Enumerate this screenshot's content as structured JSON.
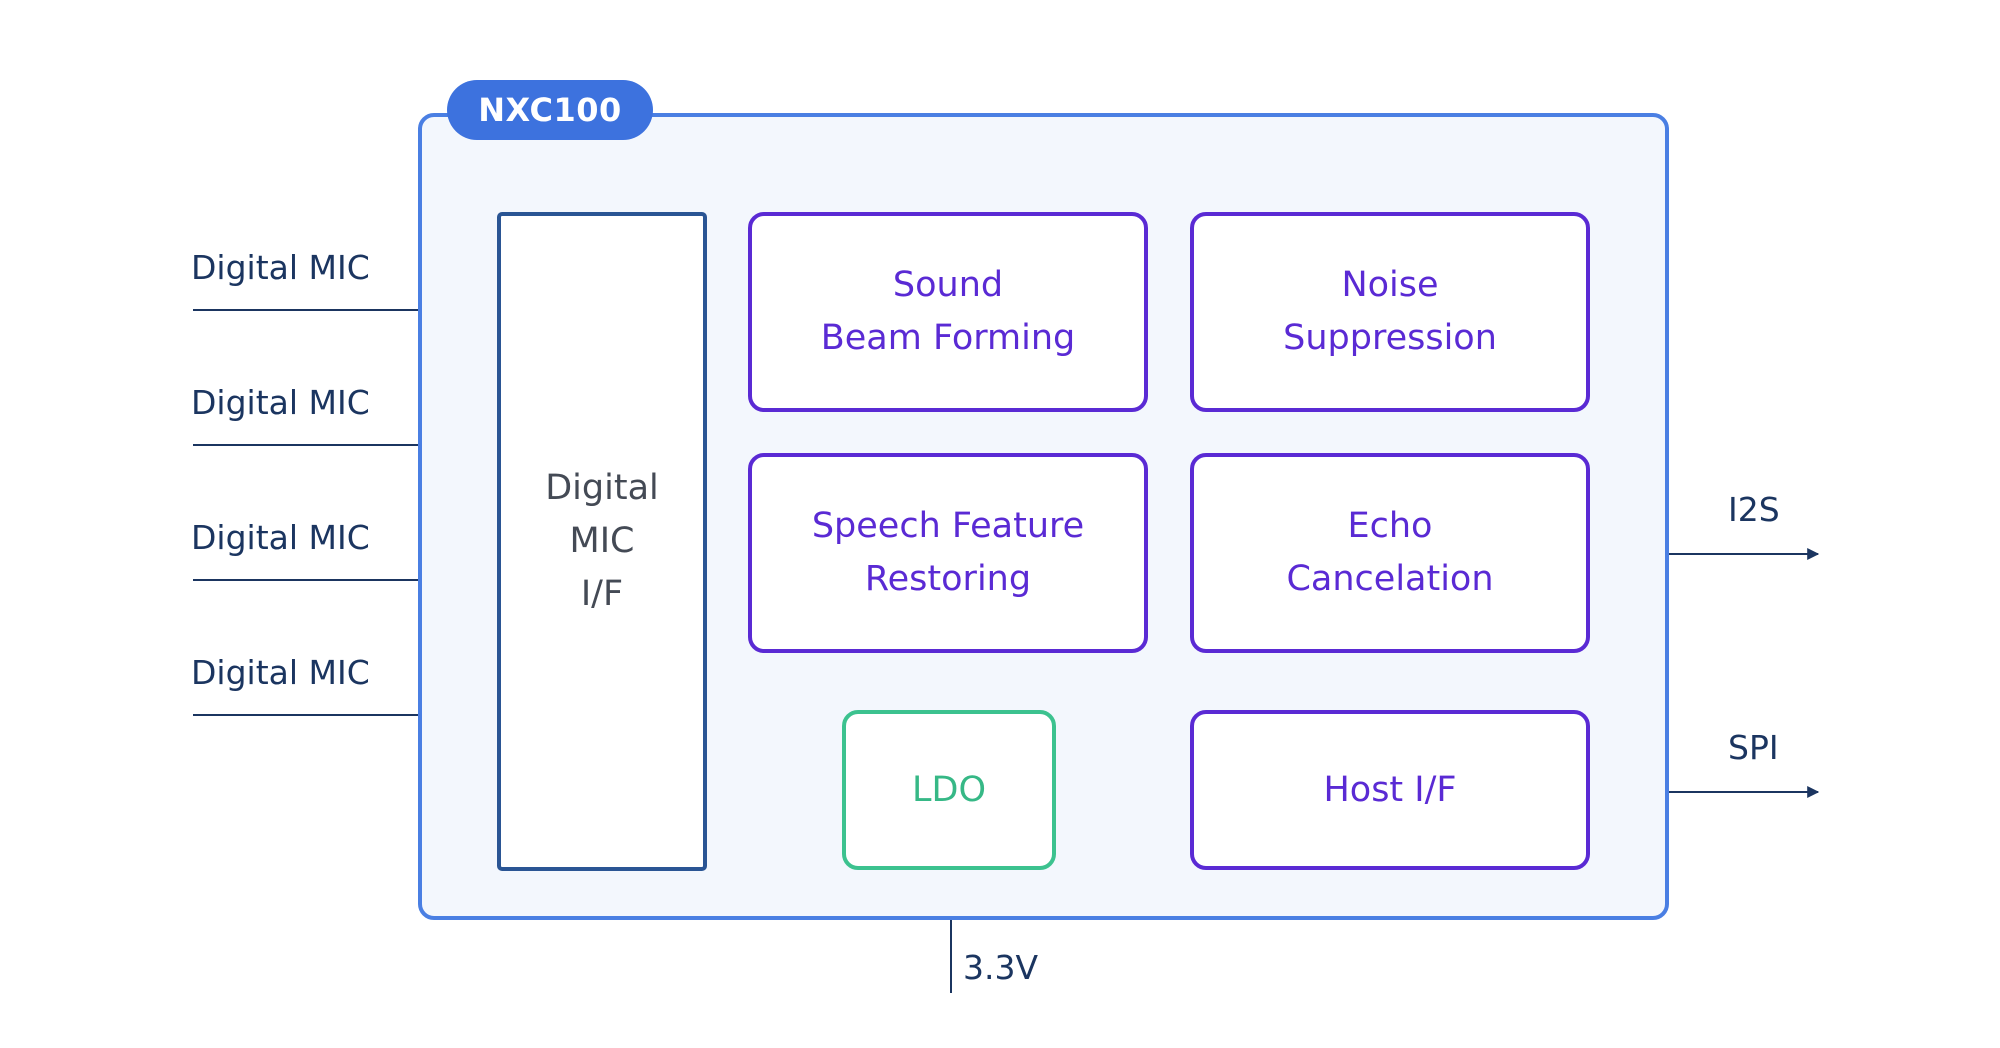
{
  "chip": {
    "name": "NXC100"
  },
  "inputs": {
    "mic_labels": [
      "Digital MIC",
      "Digital MIC",
      "Digital MIC",
      "Digital MIC"
    ]
  },
  "blocks": {
    "mic_if": {
      "line1": "Digital",
      "line2": "MIC",
      "line3": "I/F"
    },
    "beam": {
      "line1": "Sound",
      "line2": "Beam Forming"
    },
    "noise": {
      "line1": "Noise",
      "line2": "Suppression"
    },
    "speech": {
      "line1": "Speech Feature",
      "line2": "Restoring"
    },
    "echo": {
      "line1": "Echo",
      "line2": "Cancelation"
    },
    "ldo": {
      "label": "LDO"
    },
    "host": {
      "label": "Host I/F"
    }
  },
  "outputs": {
    "i2s": "I2S",
    "spi": "SPI"
  },
  "power": {
    "label": "3.3V"
  },
  "colors": {
    "chip_border": "#4a7fe3",
    "chip_fill": "#f3f7fd",
    "tag": "#3d72de",
    "purple": "#5a2ad4",
    "green": "#3cc28f",
    "navy": "#1b3560"
  }
}
